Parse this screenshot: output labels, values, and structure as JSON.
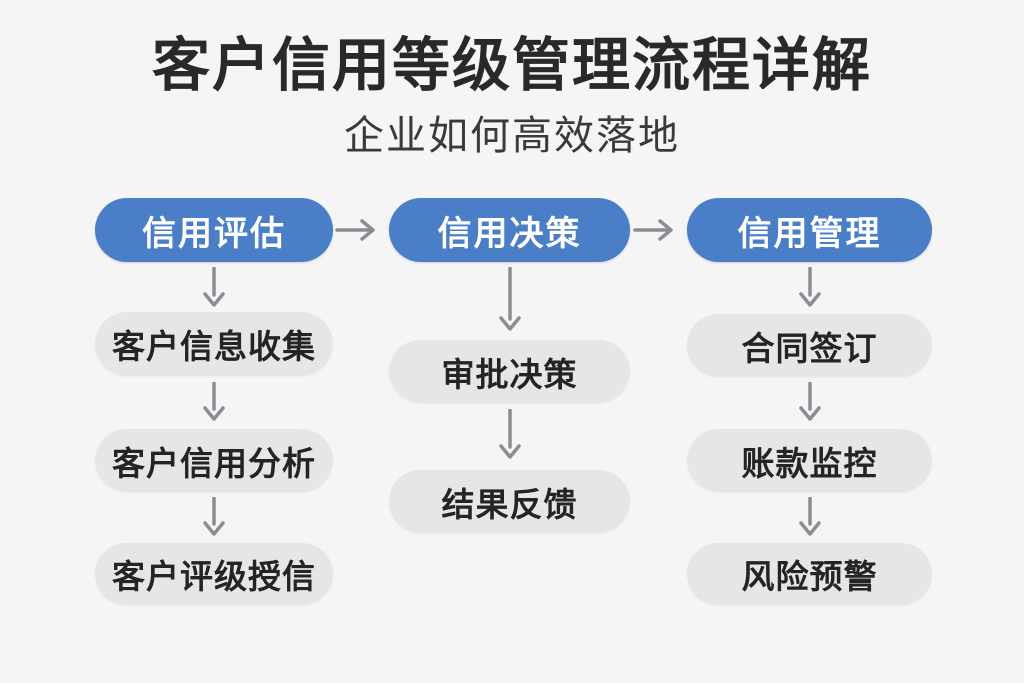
{
  "page": {
    "title": "客户信用等级管理流程详解",
    "subtitle": "企业如何高效落地"
  },
  "colors": {
    "background": "#f5f5f6",
    "stage_fill": "#4a7fc7",
    "stage_text": "#ffffff",
    "step_fill": "#e5e6e8",
    "step_text": "#242426",
    "arrow": "#8a8d92",
    "title_text": "#29292b",
    "subtitle_text": "#3a3a3c"
  },
  "flow": {
    "columns": [
      {
        "stage": "信用评估",
        "steps": [
          "客户信息收集",
          "客户信用分析",
          "客户评级授信"
        ]
      },
      {
        "stage": "信用决策",
        "steps": [
          "审批决策",
          "结果反馈"
        ]
      },
      {
        "stage": "信用管理",
        "steps": [
          "合同签订",
          "账款监控",
          "风险预警"
        ]
      }
    ]
  }
}
